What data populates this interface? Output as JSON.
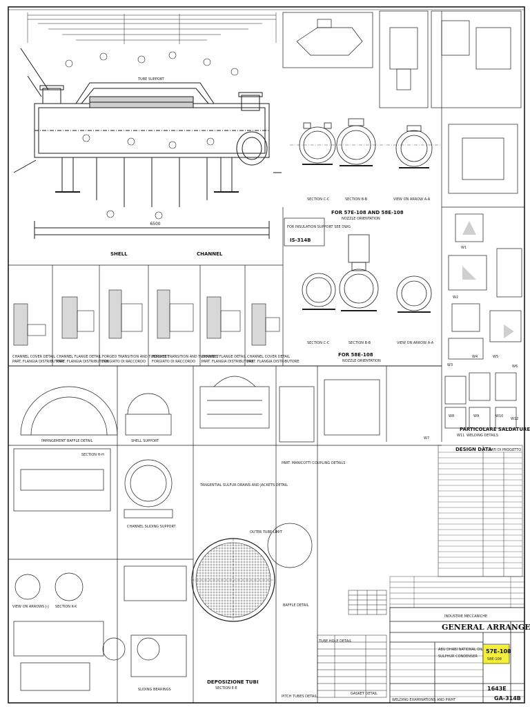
{
  "document": {
    "kind": "engineering drawing sheet",
    "drawing_number": "GA-314B"
  },
  "views": {
    "main_elevation": {
      "shell_label": "SHELL",
      "channel_label": "CHANNEL",
      "tube_bundle_text": "TUBE SUPPORT",
      "total_length": "6500"
    },
    "sections_top": {
      "section_c": "SECTION C-C",
      "section_b": "SECTION B-B",
      "section_a": "VIEW ON ARROW A-A",
      "caption": "FOR 57E-108 AND 58E-108",
      "subcaption": "NOZZLE ORIENTATION"
    },
    "sections_mid": {
      "section_c": "SECTION C-C",
      "section_b": "SECTION B-B",
      "section_a": "VIEW ON ARROW A-A",
      "caption": "FOR 58E-108",
      "subcaption": "NOZZLE ORIENTATION"
    },
    "insulation_note": {
      "text": "FOR INSULATION SUPPORT SEE DWG",
      "ref": "IS-314B"
    },
    "tubesheet": {
      "caption": "DEPOSIZIONE TUBI",
      "subcaption": "SECTION E-E",
      "outer_tube_limit": "OUTER TUBE LIMIT"
    },
    "flange_details": [
      {
        "name": "CHANNEL COVER DETAIL",
        "sub": "PART. FLANGIA DISTRIBUTORE"
      },
      {
        "name": "CHANNEL FLANGE DETAIL",
        "sub": "PART. FLANGIA DISTRIBUTORE"
      },
      {
        "name": "FORGED TRANSITION AND TUBESHEET",
        "sub": "FORGIATO DI RACCORDO"
      },
      {
        "name": "FORGED TRANSITION AND TUBESHEET",
        "sub": "FORGIATO DI RACCORDO"
      },
      {
        "name": "CHANNEL FLANGE DETAIL",
        "sub": "PART. FLANGIA DISTRIBUTORE"
      },
      {
        "name": "CHANNEL COVER DETAIL",
        "sub": "PART. FLANGIA DISTRIBUTORE"
      }
    ],
    "welding": {
      "title": "PARTICOLARE SALDATURE",
      "subtitle": "WELDING DETAILS",
      "welds": [
        "W1",
        "W2",
        "W3",
        "W4",
        "W5",
        "W6",
        "W7",
        "W8",
        "W9",
        "W10",
        "W11",
        "W12"
      ]
    },
    "lower_details": {
      "impingement": "IMPINGEMENT BAFFLE DETAIL",
      "section_hh": "SECTION H-H",
      "section_kk": "SECTION K-K",
      "view_arrows": "VIEW ON ARROWS J-J",
      "shell_support": "SHELL SUPPORT",
      "channel_support": "CHANNEL SLIDING SUPPORT",
      "drain_detail": "TANGENTIAL SULFUR DRAINS AND JACKETS DETAIL",
      "coupling": "PART. MANICOTTI COUPLING DETAILS",
      "gasket": "GASKET DETAIL",
      "sliding_bearings": "SLIDING BEARINGS",
      "pitch_detail": "PITCH TUBES DETAIL",
      "tube_hole": "TUBE HOLE DETAIL",
      "baffle": "BAFFLE DETAIL"
    }
  },
  "title_block": {
    "company": "INDUSTRIE MECCANICHE",
    "drawing_title": "GENERAL ARRANGEMENT",
    "item_tag": "57E-108",
    "item_tag_sub": "58E-108",
    "sheet_number": "1643E",
    "drawing_number": "GA-314B",
    "design_data_title": "DESIGN DATA",
    "design_data_sub": "DATI DI PROGETTO",
    "client": "ABU DHABI NATIONAL OIL COMPANY",
    "service": "SULPHUR CONDENSER",
    "welding_note": "WELDING EXAMINATIONS AND PWHT"
  },
  "colors": {
    "ink": "#1a1a1a",
    "paper": "#ffffff",
    "highlight": "#f4ef3a"
  }
}
